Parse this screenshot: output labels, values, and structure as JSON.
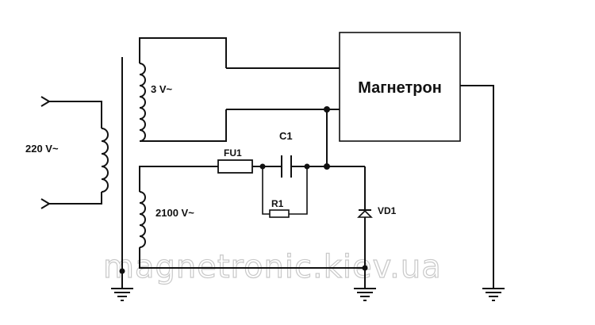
{
  "labels": {
    "primary_voltage": "220 V~",
    "filament_voltage": "3 V~",
    "high_voltage": "2100 V~",
    "magnetron": "Магнетрон",
    "fuse": "FU1",
    "capacitor": "C1",
    "resistor": "R1",
    "diode": "VD1"
  },
  "watermark": "magnetronic.kiev.ua",
  "colors": {
    "wire": "#111111",
    "background": "#ffffff",
    "watermark": "#c8c8c8"
  }
}
